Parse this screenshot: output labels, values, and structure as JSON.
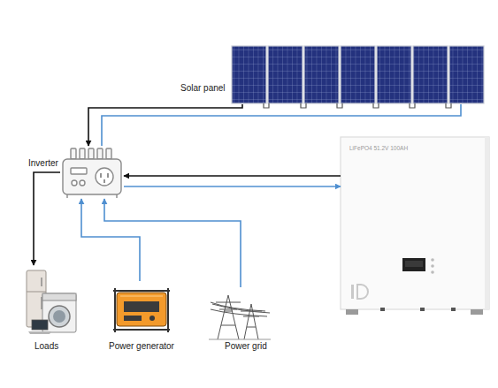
{
  "diagram": {
    "nodes": [
      {
        "text": [
          "Solar panel"
        ]
      },
      {
        "text": [
          "Inverter"
        ]
      },
      {
        "text": [
          "LiFePO4 51.2V 100AH"
        ]
      },
      {
        "text": [
          "Loads"
        ]
      },
      {
        "text": [
          "Power generator"
        ]
      },
      {
        "text": [
          "Power grid"
        ]
      }
    ],
    "edges": [
      {
        "from": 0,
        "to": 1,
        "arrow": "to"
      },
      {
        "from": 0,
        "to": 1,
        "arrow": "none"
      },
      {
        "from": 2,
        "to": 1,
        "arrow": "to"
      },
      {
        "from": 1,
        "to": 2,
        "arrow": "to"
      },
      {
        "from": 1,
        "to": 3,
        "arrow": "to"
      },
      {
        "from": 4,
        "to": 1,
        "arrow": "to"
      },
      {
        "from": 5,
        "to": 1,
        "arrow": "to"
      }
    ]
  }
}
